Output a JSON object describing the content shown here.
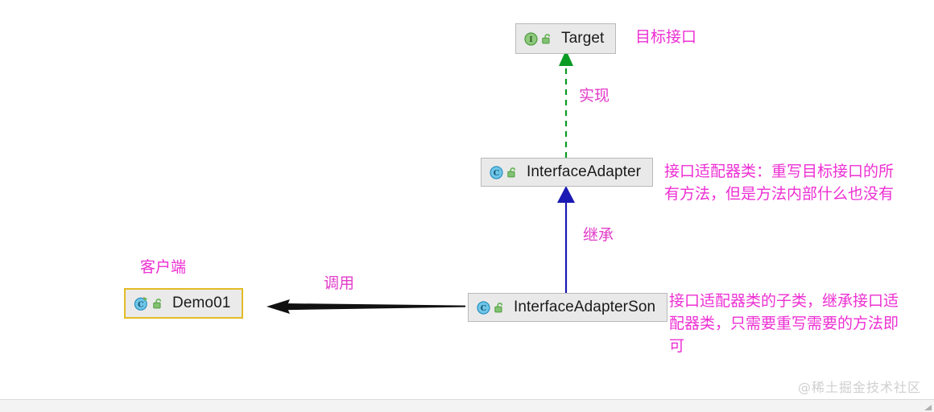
{
  "diagram": {
    "title_watermark": "@稀土掘金技术社区",
    "colors": {
      "annotation_pink": "#ed2fd3",
      "implements_green": "#0a9b23",
      "inherits_blue": "#1a19b4",
      "calls_black": "#111111",
      "node_fill": "#e9e9e9",
      "node_border": "#b9b9b9",
      "selected_border": "#e3bb26"
    },
    "nodes": [
      {
        "id": "target",
        "label": "Target",
        "type_icon": "interface-icon",
        "visibility_icon": "unlocked-padlock-icon",
        "selected": false
      },
      {
        "id": "interface-adapter",
        "label": "InterfaceAdapter",
        "type_icon": "class-icon",
        "visibility_icon": "unlocked-padlock-icon",
        "selected": false
      },
      {
        "id": "interface-adapter-son",
        "label": "InterfaceAdapterSon",
        "type_icon": "class-icon",
        "visibility_icon": "unlocked-padlock-icon",
        "selected": false
      },
      {
        "id": "demo01",
        "label": "Demo01",
        "type_icon": "runnable-class-icon",
        "visibility_icon": "unlocked-padlock-icon",
        "selected": true
      }
    ],
    "edges": [
      {
        "id": "implements",
        "label": "实现",
        "from": "interface-adapter",
        "to": "target",
        "style": "dashed",
        "color": "#0a9b23",
        "arrow": "filled-triangle"
      },
      {
        "id": "inherits",
        "label": "继承",
        "from": "interface-adapter-son",
        "to": "interface-adapter",
        "style": "solid",
        "color": "#1a19b4",
        "arrow": "filled-triangle"
      },
      {
        "id": "calls",
        "label": "调用",
        "from": "interface-adapter-son",
        "to": "demo01",
        "style": "solid",
        "color": "#111111",
        "arrow": "tapered-arrowhead"
      }
    ],
    "annotations": [
      {
        "id": "target-note",
        "text": "目标接口"
      },
      {
        "id": "client-note",
        "text": "客户端"
      },
      {
        "id": "adapter-note",
        "text": "接口适配器类：重写目标接口的所有方法，但是方法内部什么也没有"
      },
      {
        "id": "adapter-son-note",
        "text": "接口适配器类的子类，继承接口适配器类，只需要重写需要的方法即可"
      }
    ]
  }
}
